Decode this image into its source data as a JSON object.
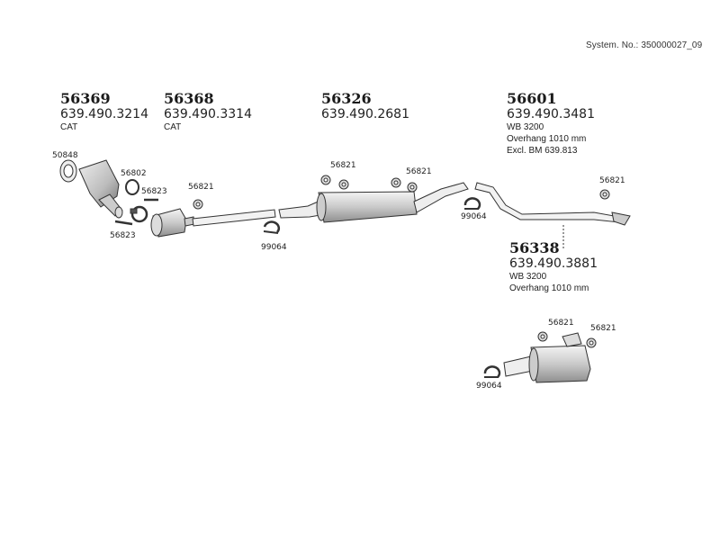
{
  "header": {
    "system_no": "System. No.: 350000027_09"
  },
  "main_parts": [
    {
      "part_no": "56369",
      "ref": "639.490.3214",
      "notes": [
        "CAT"
      ]
    },
    {
      "part_no": "56368",
      "ref": "639.490.3314",
      "notes": [
        "CAT"
      ]
    },
    {
      "part_no": "56326",
      "ref": "639.490.2681",
      "notes": []
    },
    {
      "part_no": "56601",
      "ref": "639.490.3481",
      "notes": [
        "WB 3200",
        "Overhang 1010 mm",
        "Excl. BM 639.813"
      ]
    },
    {
      "part_no": "56338",
      "ref": "639.490.3881",
      "notes": [
        "WB 3200",
        "Overhang 1010 mm"
      ]
    }
  ],
  "callouts": {
    "c50848": "50848",
    "c56802": "56802",
    "c56823a": "56823",
    "c56823b": "56823",
    "c56821a": "56821",
    "c56821b": "56821",
    "c56821c": "56821",
    "c56821d": "56821",
    "c56821e": "56821",
    "c56821f": "56821",
    "c99064a": "99064",
    "c99064b": "99064",
    "c99064c": "99064"
  }
}
